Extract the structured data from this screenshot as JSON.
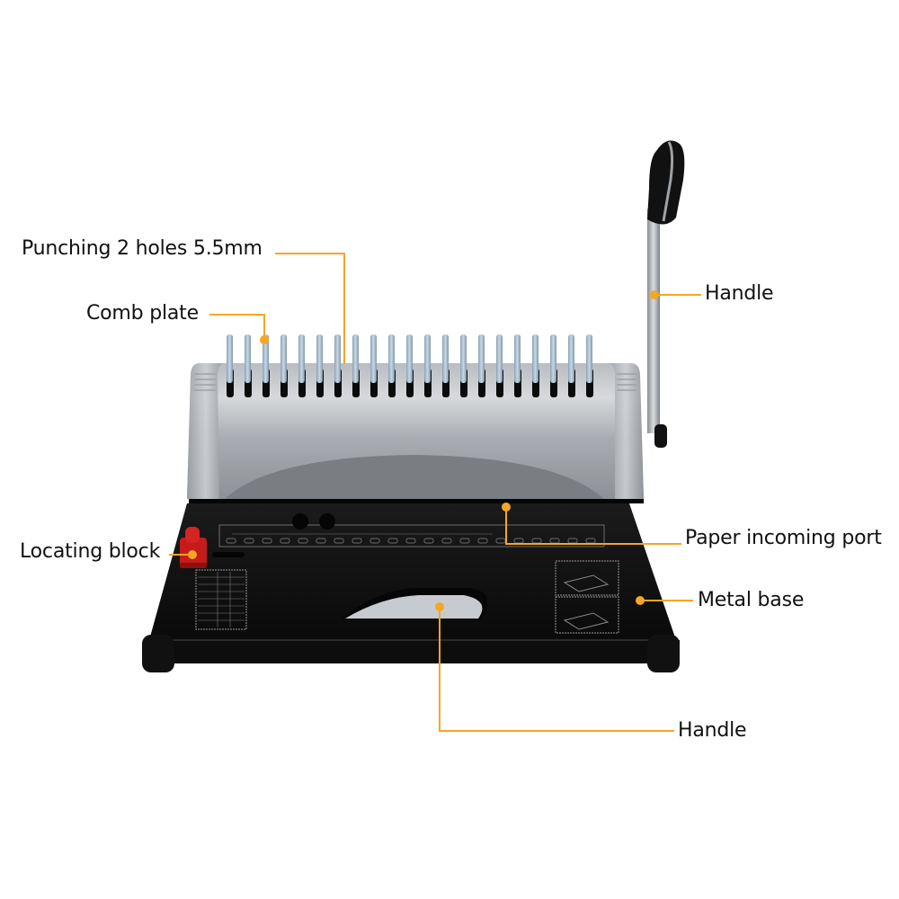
{
  "figure": {
    "subject": "Comb binding machine",
    "accent_color": "#F5A623",
    "callouts": [
      {
        "id": "punching",
        "label": "Punching 2 holes 5.5mm"
      },
      {
        "id": "comb-plate",
        "label": "Comb plate"
      },
      {
        "id": "handle-lever",
        "label": "Handle"
      },
      {
        "id": "locating-block",
        "label": "Locating block"
      },
      {
        "id": "paper-port",
        "label": "Paper incoming port"
      },
      {
        "id": "metal-base",
        "label": "Metal base"
      },
      {
        "id": "handle-base",
        "label": "Handle"
      }
    ],
    "comb_teeth_count": 21
  }
}
